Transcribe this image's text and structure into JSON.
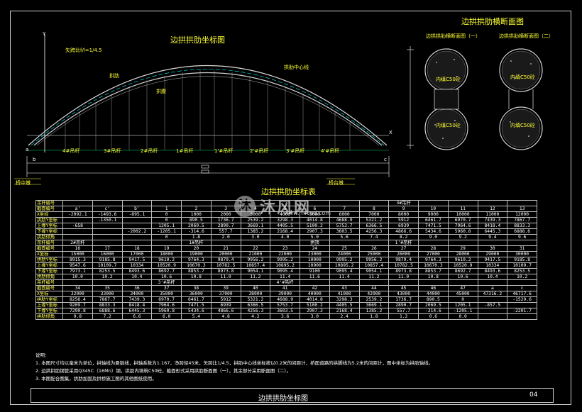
{
  "drawing": {
    "main_title": "边拱拱肋坐标图",
    "section_title": "边拱拱肋横断面图",
    "section_one": "边拱拱肋横断面图（一）",
    "section_two": "边拱拱肋横断面图（二）",
    "ratio_note": "矢跨比f/l=1/4.5",
    "label_arch_rib": "拱肋",
    "label_centerline": "拱肋中心线",
    "label_arch_axis": "拱腹",
    "fill_label_1": "内填C50砼",
    "fill_label_2": "内填C50砼",
    "axis_x": "X",
    "axis_y": "Y",
    "point_a": "a",
    "point_b": "b",
    "point_c": "c",
    "station_labels": [
      "4#吊杆",
      "3#吊杆",
      "2#吊杆",
      "1#吊杆",
      "1'#吊杆",
      "2'#吊杆",
      "3'#吊杆",
      "4'#吊杆"
    ],
    "left_pier": "桥中墩",
    "right_pier": "桥台墩",
    "table_title": "边拱拱肋坐标表"
  },
  "watermark": {
    "logo": "沐",
    "text": "沐风网",
    "url": "www.mfcad.com"
  },
  "table": {
    "rows": [
      [
        "吊杆编号",
        "",
        "",
        "",
        "",
        "",
        "",
        "",
        "",
        "",
        "",
        "",
        "3#吊杆",
        "",
        "",
        "",
        ""
      ],
      [
        "截面编号",
        "a'",
        "c'",
        "b'",
        "1",
        "2",
        "3",
        "4",
        "5",
        "6",
        "7",
        "8",
        "9",
        "10",
        "11",
        "12",
        "13"
      ],
      [
        "X坐标",
        "-2092.1",
        "-1493.6",
        "-895.1",
        "0",
        "1000",
        "2000",
        "3000",
        "4000",
        "5000",
        "6000",
        "7000",
        "8000",
        "9000",
        "10000",
        "11000",
        "12000"
      ],
      [
        "拱肋Y坐标",
        "",
        "-1350.1",
        "",
        "0",
        "890.5",
        "1736.7",
        "2539.2",
        "3298.3",
        "4014.8",
        "4688.9",
        "5321.2",
        "5912",
        "6461.7",
        "6970.7",
        "7439.3",
        "7867.7"
      ],
      [
        "上缘Y坐标",
        "-658",
        "",
        "",
        "1205.1",
        "2069.5",
        "2890.7",
        "3669.1",
        "4405.5",
        "5100.2",
        "5753.7",
        "6366.5",
        "6939",
        "7471.5",
        "7964.6",
        "8418.4",
        "8833.3"
      ],
      [
        "下缘Y坐标",
        "",
        "",
        "-2002.2",
        "-1205.1",
        "-314.6",
        "557.7",
        "1385.2",
        "2168.4",
        "2907.3",
        "3603.5",
        "4256.3",
        "4866.6",
        "5434.6",
        "5960.8",
        "6445.3",
        "6888.6"
      ],
      [
        "拱肋倾角",
        "",
        "",
        "",
        "0",
        "1.8",
        "2.0",
        "3.0",
        "4.0",
        "5.0",
        "5.6",
        "7.4",
        "8.2",
        "9.0",
        "9.2",
        "9.4",
        "9.6"
      ],
      [
        "吊杆编号",
        "2#吊杆",
        "",
        "",
        "",
        "1#吊杆",
        "",
        "",
        "",
        "拱顶",
        "",
        "",
        "1'#吊杆",
        "",
        "",
        "",
        ""
      ],
      [
        "截面编号",
        "16",
        "17",
        "18",
        "19",
        "20",
        "21",
        "22",
        "23",
        "24",
        "25",
        "26",
        "27",
        "28",
        "29",
        "30",
        "31"
      ],
      [
        "X坐标",
        "15000",
        "16000",
        "17000",
        "18000",
        "19000",
        "20000",
        "21000",
        "22000",
        "23000",
        "24000",
        "25000",
        "26000",
        "27000",
        "28000",
        "29000",
        "30000"
      ],
      [
        "拱肋Y坐标",
        "8915.3",
        "9185.8",
        "9417.5",
        "9610.2",
        "9764.3",
        "9879.4",
        "9956.2",
        "9995.2",
        "10000",
        "9995.2",
        "9956.2",
        "9879.4",
        "9764.3",
        "9610.2",
        "9417.5",
        "9185.8"
      ],
      [
        "上缘Y坐标",
        "9547.6",
        "10109.7",
        "10334",
        "10520.9",
        "10670.3",
        "10782.5",
        "10857.4",
        "10895.2",
        "10900",
        "10895.2",
        "10857.4",
        "10782.5",
        "10670.3",
        "10520.9",
        "10334",
        "10109.7"
      ],
      [
        "下缘Y坐标",
        "7973.1",
        "8253.5",
        "8493.6",
        "8692.7",
        "8853.7",
        "8973.8",
        "9054.1",
        "9095.4",
        "9100",
        "9095.4",
        "9054.1",
        "8973.8",
        "8853.7",
        "8692.7",
        "8493.6",
        "8253.5"
      ],
      [
        "拱肋倾角",
        "10.0",
        "10.2",
        "10.4",
        "10.6",
        "10.8",
        "11.0",
        "11.2",
        "11.4",
        "11.6",
        "11.4",
        "11.2",
        "11.0",
        "10.8",
        "10.6",
        "10.4",
        "10.2"
      ],
      [
        "吊杆编号",
        "",
        "",
        "",
        "3'#吊杆",
        "",
        "",
        "",
        "4'#吊杆",
        "",
        "",
        "",
        "",
        "",
        "",
        "",
        ""
      ],
      [
        "截面编号",
        "34",
        "35",
        "36",
        "37",
        "38",
        "39",
        "40",
        "41",
        "42",
        "43",
        "44",
        "45",
        "46",
        "47",
        "a",
        "c"
      ],
      [
        "X坐标",
        "32000",
        "33000",
        "34000",
        "35000",
        "36000",
        "37000",
        "38000",
        "39000",
        "40000",
        "41000",
        "42000",
        "43000",
        "44000",
        "45000",
        "47316.2",
        "46717.6"
      ],
      [
        "拱肋Y坐标",
        "8256.4",
        "7867.7",
        "7439.3",
        "6970.7",
        "6461.7",
        "5912",
        "5321.2",
        "4688.9",
        "4014.8",
        "3298.3",
        "2539.2",
        "1736.7",
        "890.5",
        "0",
        "",
        "-1529.6"
      ],
      [
        "上缘Y坐标",
        "9209.7",
        "8833.3",
        "8418.4",
        "7964.6",
        "7471.5",
        "6939",
        "6366.5",
        "5753.7",
        "5100.2",
        "4405.5",
        "3669.1",
        "2890.7",
        "2069.5",
        "1205.1",
        "-857.5",
        ""
      ],
      [
        "下缘Y坐标",
        "7290.8",
        "6888.6",
        "6445.3",
        "5960.8",
        "5434.6",
        "4866.6",
        "4256.3",
        "3603.5",
        "2907.3",
        "2168.4",
        "1385.2",
        "557.7",
        "-314.6",
        "-1205.1",
        "",
        "-2201.7"
      ],
      [
        "拱肋倾角",
        "9.8",
        "7.2",
        "6.6",
        "6.0",
        "5.4",
        "4.8",
        "4.2",
        "3.6",
        "3.0",
        "2.4",
        "1.8",
        "1.2",
        "0.6",
        "0.0",
        "",
        ""
      ]
    ]
  },
  "notes": {
    "heading": "说明：",
    "lines": [
      "1. 本图尺寸均以毫米为单位，拱轴线为悬链线，拱轴系数为1.167，净跨径45米，矢跨比1/4.5，拱肋中心线坐标按以0.2米的间距计，桥面道路的拱脚线为5.2米的间距计，图中坐标为拱肋轴线。",
      "2. 边拱拱肋钢管采用Q345C（16Mn）钢，拱肋内填筑C50砼，截面形式采用拱肋断面图（一），其余部分采用断面图（二）。",
      "3. 本图配合图集，拱肋加固及拱桥施工图的其他图纸使用。"
    ]
  },
  "title_block": {
    "title": "边拱拱肋坐标图",
    "sheet": "04"
  }
}
